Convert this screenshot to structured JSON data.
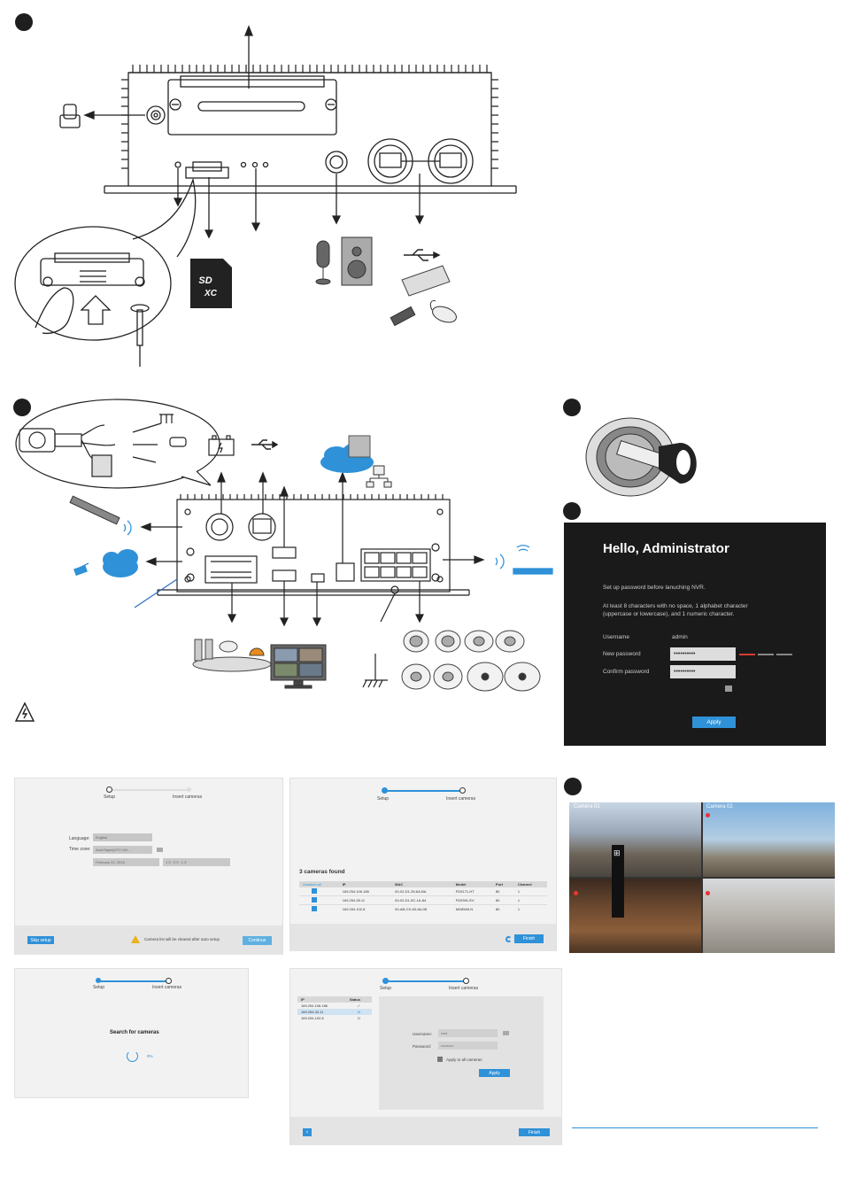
{
  "hello_dialog": {
    "title": "Hello, Administrator",
    "line1": "Set up password before lanuching NVR.",
    "line2": "At least 8 characters with no space, 1 alphabet character",
    "line3": "(uppercase or lowercase), and 1 numeric character.",
    "username_label": "Username",
    "username_value": "admin",
    "new_password_label": "New password",
    "new_password_value": "••••••••••",
    "confirm_password_label": "Confirm password",
    "confirm_password_value": "••••••••••",
    "apply_label": "Apply",
    "colors": {
      "bg": "#1a1a1a",
      "accent": "#2f91d8",
      "weak": "#d63b2f"
    }
  },
  "setup_wizard": {
    "step_setup": "Setup",
    "step_insert": "Insert cameras",
    "language_label": "Language:",
    "language_value": "English",
    "timezone_label": "Time zone:",
    "timezone_value": "Asia/Taipei(UTC+08...",
    "date_value": "February 22, 2018",
    "time_value": "1 0 : 3 9 : 1 3",
    "skip_label": "Skip setup",
    "warning_text": "Camera list will be cleared after auto setup",
    "continue_label": "Continue"
  },
  "found_panel": {
    "step_setup": "Setup",
    "step_insert": "Insert cameras",
    "title": "3 cameras found",
    "headers": [
      "Unselect all",
      "IP",
      "MAC",
      "Model",
      "Port",
      "Channel"
    ],
    "rows": [
      {
        "ip": "169.254.106.186",
        "mac": "00-02-D1-39-6A-BA",
        "model": "FD9171-HT",
        "port": "80",
        "channel": "1"
      },
      {
        "ip": "169.254.28.11",
        "mac": "00-02-D1-5C-1A-84",
        "model": "FD9391-EV",
        "port": "80",
        "channel": "1"
      },
      {
        "ip": "169.254.102.8",
        "mac": "00-AB-CD-83-66-0B",
        "model": "MD8565-N",
        "port": "80",
        "channel": "1"
      }
    ],
    "finish_label": "Finish"
  },
  "search_panel": {
    "step_setup": "Setup",
    "step_insert": "Insert cameras",
    "title": "Search for cameras",
    "progress_text": "0%"
  },
  "insert_panel": {
    "step_setup": "Setup",
    "step_insert": "Insert cameras",
    "headers": [
      "IP",
      "Status"
    ],
    "rows": [
      {
        "ip": "169.254.106.186",
        "status": "✓"
      },
      {
        "ip": "169.254.33.11",
        "status": "☑"
      },
      {
        "ip": "169.254.102.8",
        "status": "☐"
      }
    ],
    "username_label": "Username:",
    "username_value": "root",
    "password_label": "Password:",
    "password_value": "••••••••••",
    "apply_all_label": "Apply to all cameras",
    "apply_label": "Apply",
    "finish_label": "Finish"
  },
  "live_view": {
    "cam1": "Camera 01",
    "cam2": "Camera 02",
    "menu": "⊞"
  },
  "icons": [
    "usb-icon",
    "battery-icon",
    "cloud-icon",
    "network-icon",
    "wifi-icon",
    "satellite-icon",
    "key-icon",
    "ground-icon",
    "warning-icon",
    "sd-card-icon",
    "microphone-icon",
    "speaker-icon",
    "keyboard-icon",
    "mouse-icon",
    "usb-stick-icon",
    "monitor-icon",
    "camera-icon"
  ],
  "sd_card": {
    "label_top": "SD",
    "label_bottom": "XC"
  }
}
